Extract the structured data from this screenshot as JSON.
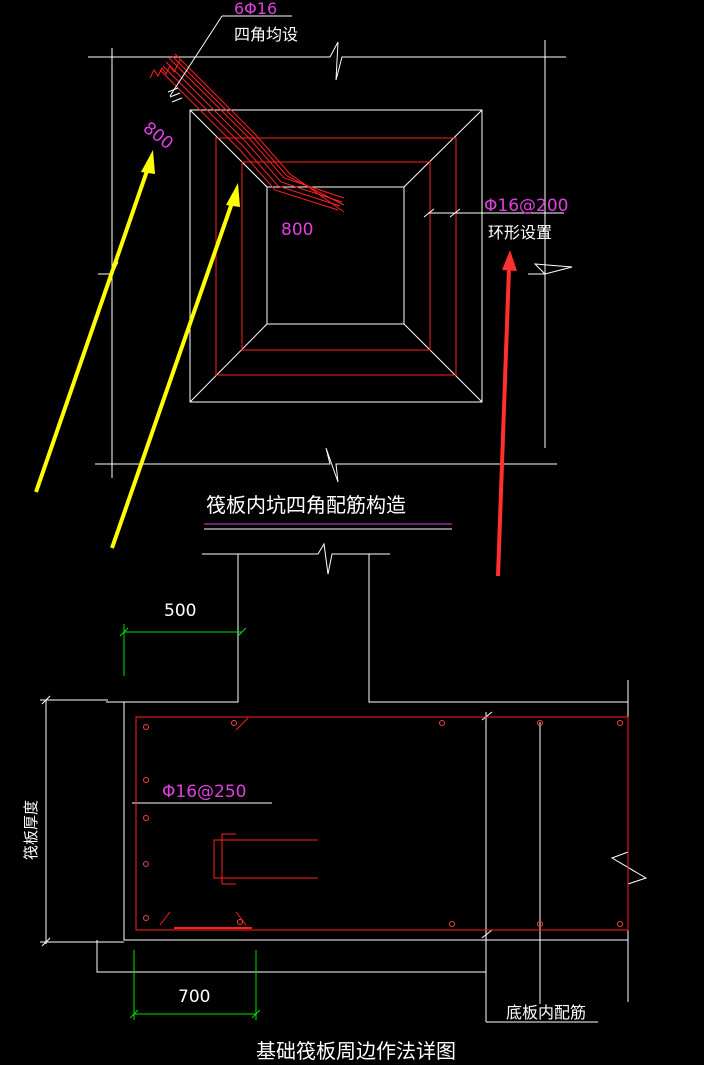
{
  "colors": {
    "background": "#000000",
    "line": "#ffffff",
    "rebar": "#ff2020",
    "dimension": "#00e000",
    "label": "#e040e0",
    "arrow_yellow": "#ffff00",
    "arrow_red": "#ff3030",
    "rebar_dot": "#ff4040"
  },
  "top_detail": {
    "corner_bars_label": "6Φ16",
    "corner_bars_note": "四角均设",
    "length_left": "800",
    "length_center": "800",
    "ring_bar_label": "Φ16@200",
    "ring_bar_note": "环形设置",
    "caption": "筏板内坑四角配筋构造"
  },
  "bottom_detail": {
    "dim_top": "500",
    "dim_bottom": "700",
    "bar_label": "Φ16@250",
    "thickness_label": "筏板厚度",
    "bottom_bar_note": "底板内配筋",
    "caption": "基础筏板周边作法详图"
  }
}
